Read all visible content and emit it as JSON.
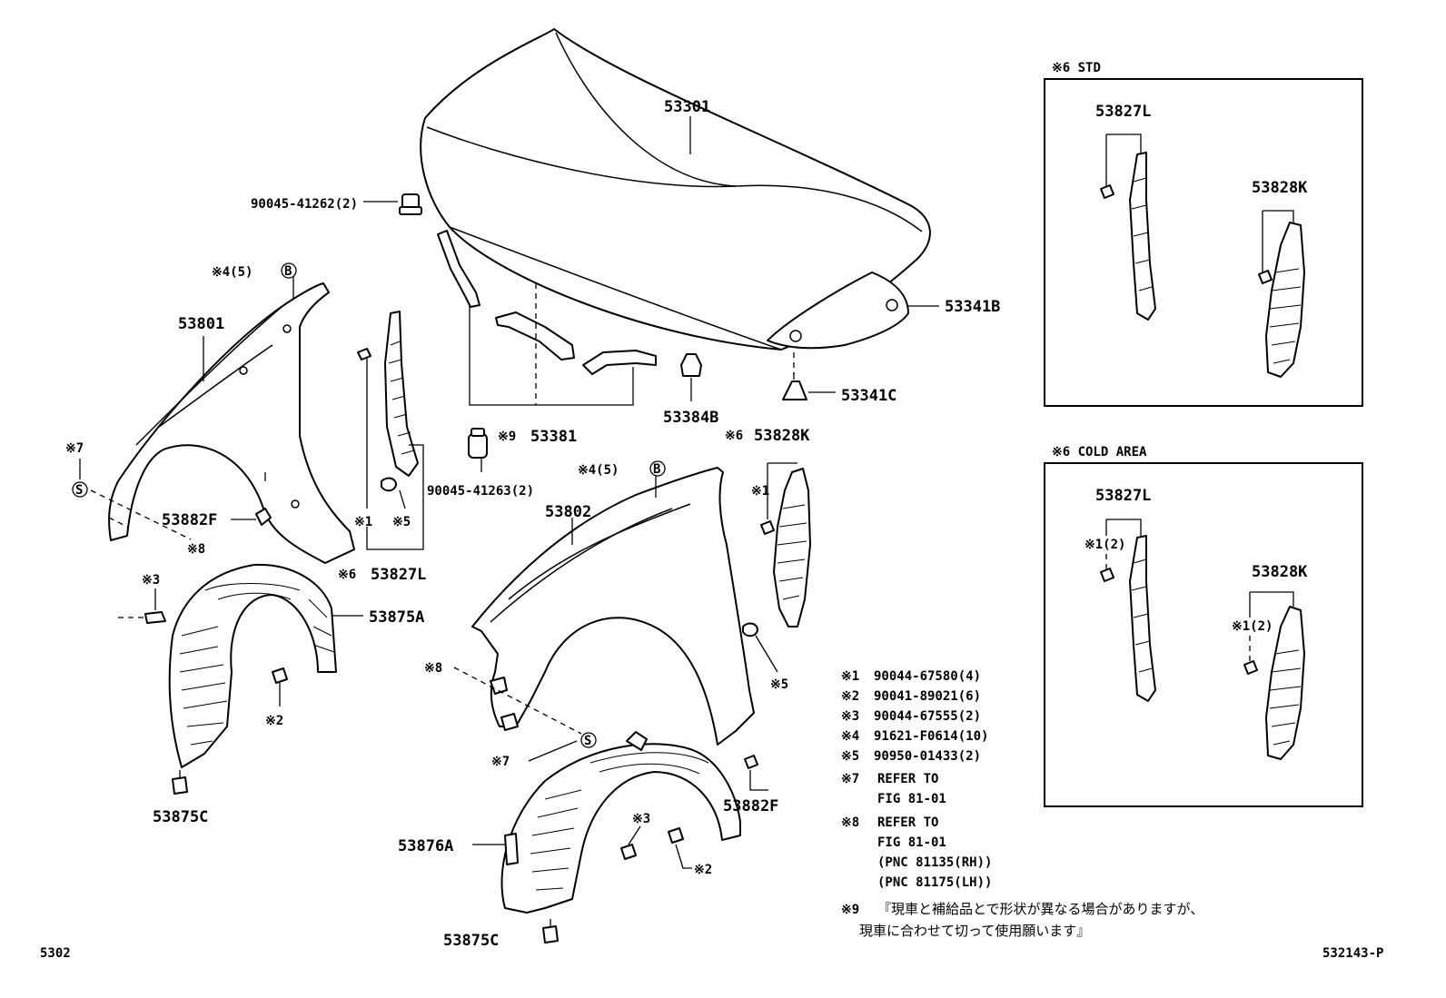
{
  "labels": {
    "p53301": "53301",
    "p90045_41262": "90045-41262(2)",
    "ref4_top": "※4(5)",
    "circle_b": "B",
    "p53801": "53801",
    "p53341b": "53341B",
    "p53341c": "53341C",
    "p53384b": "53384B",
    "p53381_mark": "※9",
    "p53381": "53381",
    "p90045_41263": "90045-41263(2)",
    "ref7_left": "※7",
    "circle_s": "S",
    "p53882f_left": "53882F",
    "ref8_left": "※8",
    "ref1_left": "※1",
    "ref5_left": "※5",
    "ref6_left": "※6",
    "p53827l_main": "53827L",
    "ref4_mid": "※4(5)",
    "p53802": "53802",
    "ref6_mid": "※6",
    "p53828k_main": "53828K",
    "ref1_mid": "※1",
    "ref5_mid": "※5",
    "ref3_left": "※3",
    "p53875a": "53875A",
    "ref2_left": "※2",
    "p53875c_left": "53875C",
    "ref8_mid": "※8",
    "ref7_mid": "※7",
    "p53882f_right": "53882F",
    "ref3_mid": "※3",
    "ref2_mid": "※2",
    "p53876a": "53876A",
    "p53875c_bottom": "53875C",
    "corner_left": "5302",
    "corner_right": "532143-P"
  },
  "std_box": {
    "title": "※6 STD",
    "p53827l": "53827L",
    "p53828k": "53828K"
  },
  "cold_box": {
    "title": "※6 COLD AREA",
    "p53827l": "53827L",
    "ref1a": "※1(2)",
    "p53828k": "53828K",
    "ref1b": "※1(2)"
  },
  "legend": [
    {
      "mark": "※1",
      "text": "90044-67580(4)"
    },
    {
      "mark": "※2",
      "text": "90041-89021(6)"
    },
    {
      "mark": "※3",
      "text": "90044-67555(2)"
    },
    {
      "mark": "※4",
      "text": "91621-F0614(10)"
    },
    {
      "mark": "※5",
      "text": "90950-01433(2)"
    }
  ],
  "notes": {
    "n7_mark": "※7",
    "n7_line1": "REFER TO",
    "n7_line2": "FIG 81-01",
    "n8_mark": "※8",
    "n8_line1": "REFER TO",
    "n8_line2": "FIG 81-01",
    "n8_line3": "(PNC 81135(RH))",
    "n8_line4": "(PNC 81175(LH))",
    "n9_mark": "※9",
    "n9_line1": "『現車と補給品とで形状が異なる場合がありますが、",
    "n9_line2": "現車に合わせて切って使用願います』"
  }
}
